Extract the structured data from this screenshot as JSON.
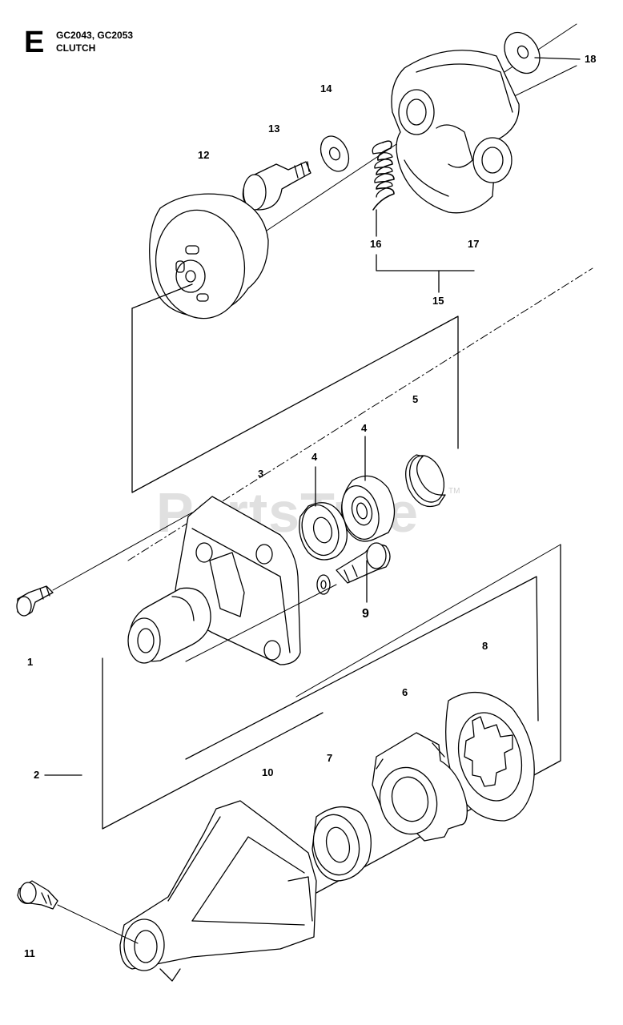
{
  "header": {
    "section_letter": "E",
    "models": "GC2043, GC2053",
    "section_title": "CLUTCH"
  },
  "watermark": {
    "text": "PartsTree",
    "tm": "TM"
  },
  "callouts": [
    {
      "id": "1",
      "label": "1"
    },
    {
      "id": "2",
      "label": "2"
    },
    {
      "id": "3",
      "label": "3"
    },
    {
      "id": "4a",
      "label": "4"
    },
    {
      "id": "4b",
      "label": "4"
    },
    {
      "id": "5",
      "label": "5"
    },
    {
      "id": "6",
      "label": "6"
    },
    {
      "id": "7",
      "label": "7"
    },
    {
      "id": "8",
      "label": "8"
    },
    {
      "id": "9",
      "label": "9"
    },
    {
      "id": "10",
      "label": "10"
    },
    {
      "id": "11",
      "label": "11"
    },
    {
      "id": "12",
      "label": "12"
    },
    {
      "id": "13",
      "label": "13"
    },
    {
      "id": "14",
      "label": "14"
    },
    {
      "id": "15",
      "label": "15"
    },
    {
      "id": "16",
      "label": "16"
    },
    {
      "id": "17",
      "label": "17"
    },
    {
      "id": "18",
      "label": "18"
    }
  ]
}
